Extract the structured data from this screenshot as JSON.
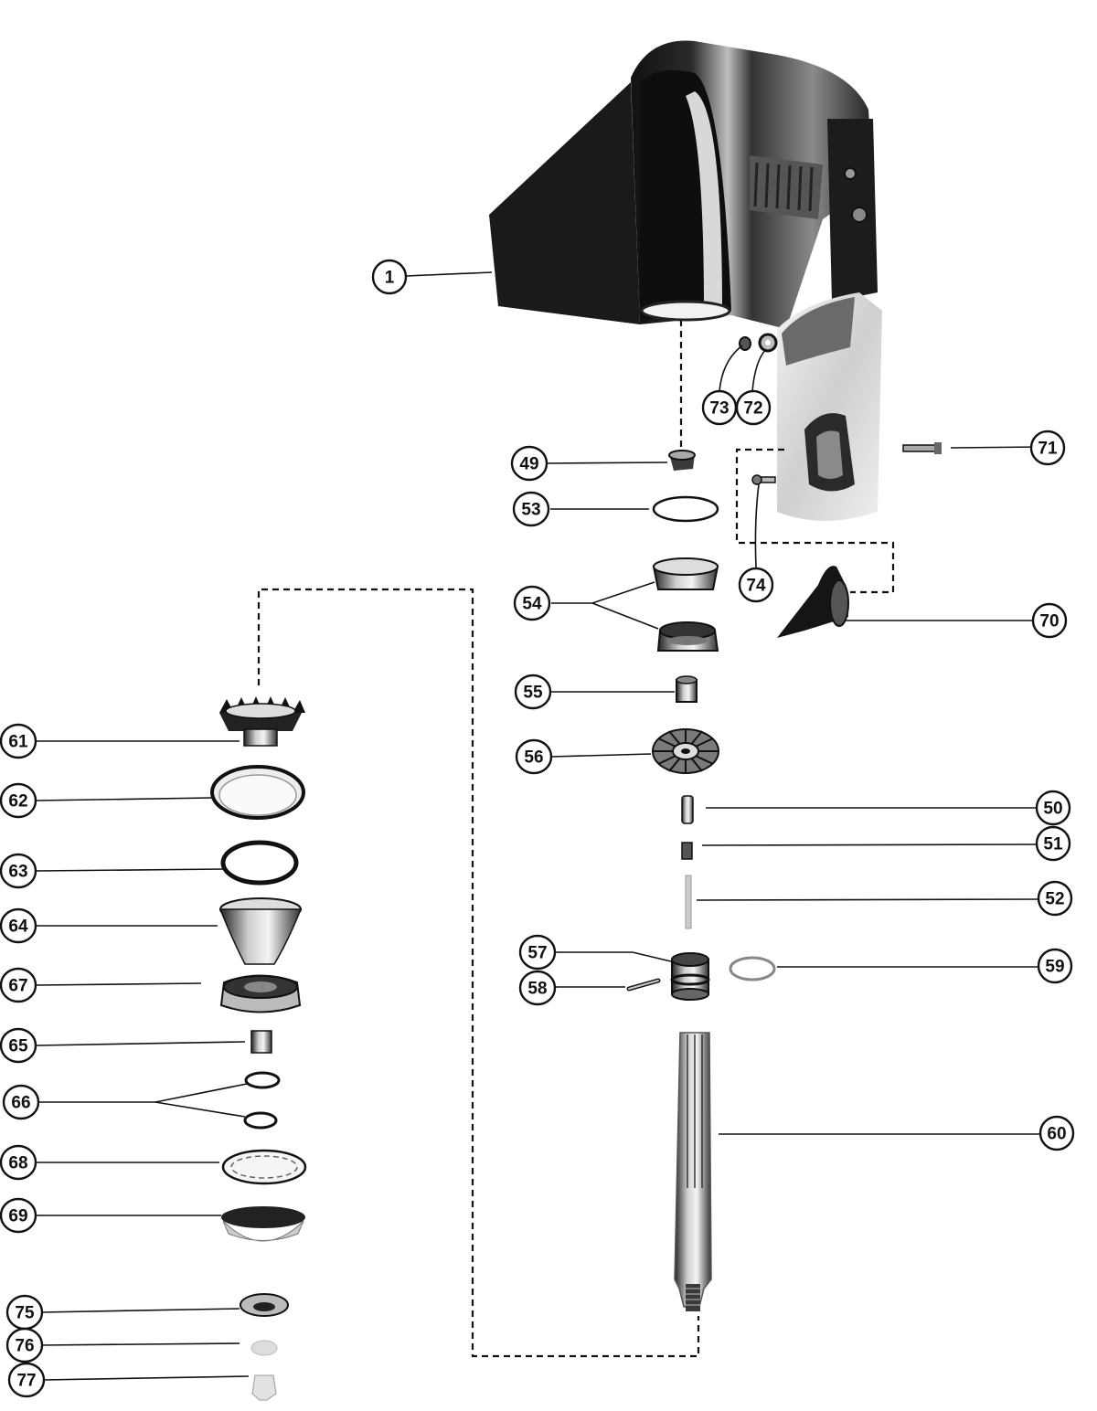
{
  "diagram": {
    "callouts": [
      {
        "id": "c1",
        "label": "1"
      },
      {
        "id": "c73",
        "label": "73"
      },
      {
        "id": "c72",
        "label": "72"
      },
      {
        "id": "c49",
        "label": "49"
      },
      {
        "id": "c71",
        "label": "71"
      },
      {
        "id": "c53",
        "label": "53"
      },
      {
        "id": "c54",
        "label": "54"
      },
      {
        "id": "c74",
        "label": "74"
      },
      {
        "id": "c70",
        "label": "70"
      },
      {
        "id": "c55",
        "label": "55"
      },
      {
        "id": "c61",
        "label": "61"
      },
      {
        "id": "c56",
        "label": "56"
      },
      {
        "id": "c62",
        "label": "62"
      },
      {
        "id": "c50",
        "label": "50"
      },
      {
        "id": "c51",
        "label": "51"
      },
      {
        "id": "c63",
        "label": "63"
      },
      {
        "id": "c52",
        "label": "52"
      },
      {
        "id": "c64",
        "label": "64"
      },
      {
        "id": "c57",
        "label": "57"
      },
      {
        "id": "c59",
        "label": "59"
      },
      {
        "id": "c67",
        "label": "67"
      },
      {
        "id": "c58",
        "label": "58"
      },
      {
        "id": "c65",
        "label": "65"
      },
      {
        "id": "c66",
        "label": "66"
      },
      {
        "id": "c60",
        "label": "60"
      },
      {
        "id": "c68",
        "label": "68"
      },
      {
        "id": "c69",
        "label": "69"
      },
      {
        "id": "c75",
        "label": "75"
      },
      {
        "id": "c76",
        "label": "76"
      },
      {
        "id": "c77",
        "label": "77"
      }
    ]
  }
}
